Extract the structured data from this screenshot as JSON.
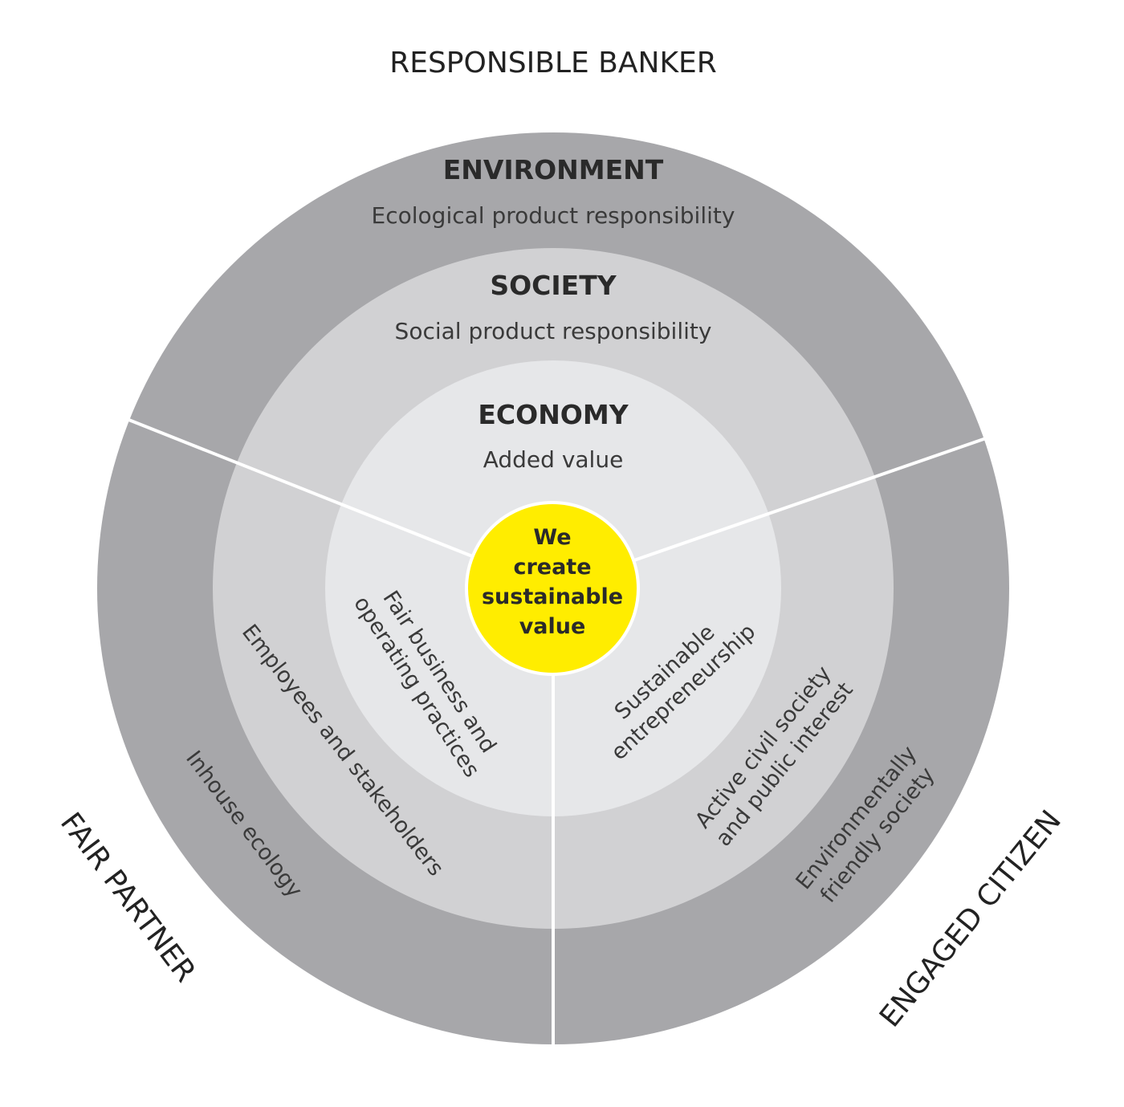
{
  "title": "RESPONSIBLE BANKER",
  "rings": {
    "environment": {
      "heading": "ENVIRONMENT",
      "subtitle": "Ecological product responsibility"
    },
    "society": {
      "heading": "SOCIETY",
      "subtitle": "Social product responsibility"
    },
    "economy": {
      "heading": "ECONOMY",
      "subtitle": "Added value"
    }
  },
  "center": {
    "lines": [
      "We",
      "create",
      "sustainable",
      "value"
    ]
  },
  "left": {
    "label": "FAIR PARTNER",
    "inner": [
      "Fair business and",
      "operating practices"
    ],
    "middle": "Employees and stakeholders",
    "outer": "Inhouse ecology"
  },
  "right": {
    "label": "ENGAGED CITIZEN",
    "inner": [
      "Sustainable",
      "entrepreneurship"
    ],
    "middle": [
      "Active civil society",
      "and public interest"
    ],
    "outer": [
      "Environmentally",
      "friendly society"
    ]
  },
  "colors": {
    "outer": "#a7a7aa",
    "middle": "#d1d1d3",
    "inner": "#e6e7e9",
    "center": "#ffed00"
  }
}
